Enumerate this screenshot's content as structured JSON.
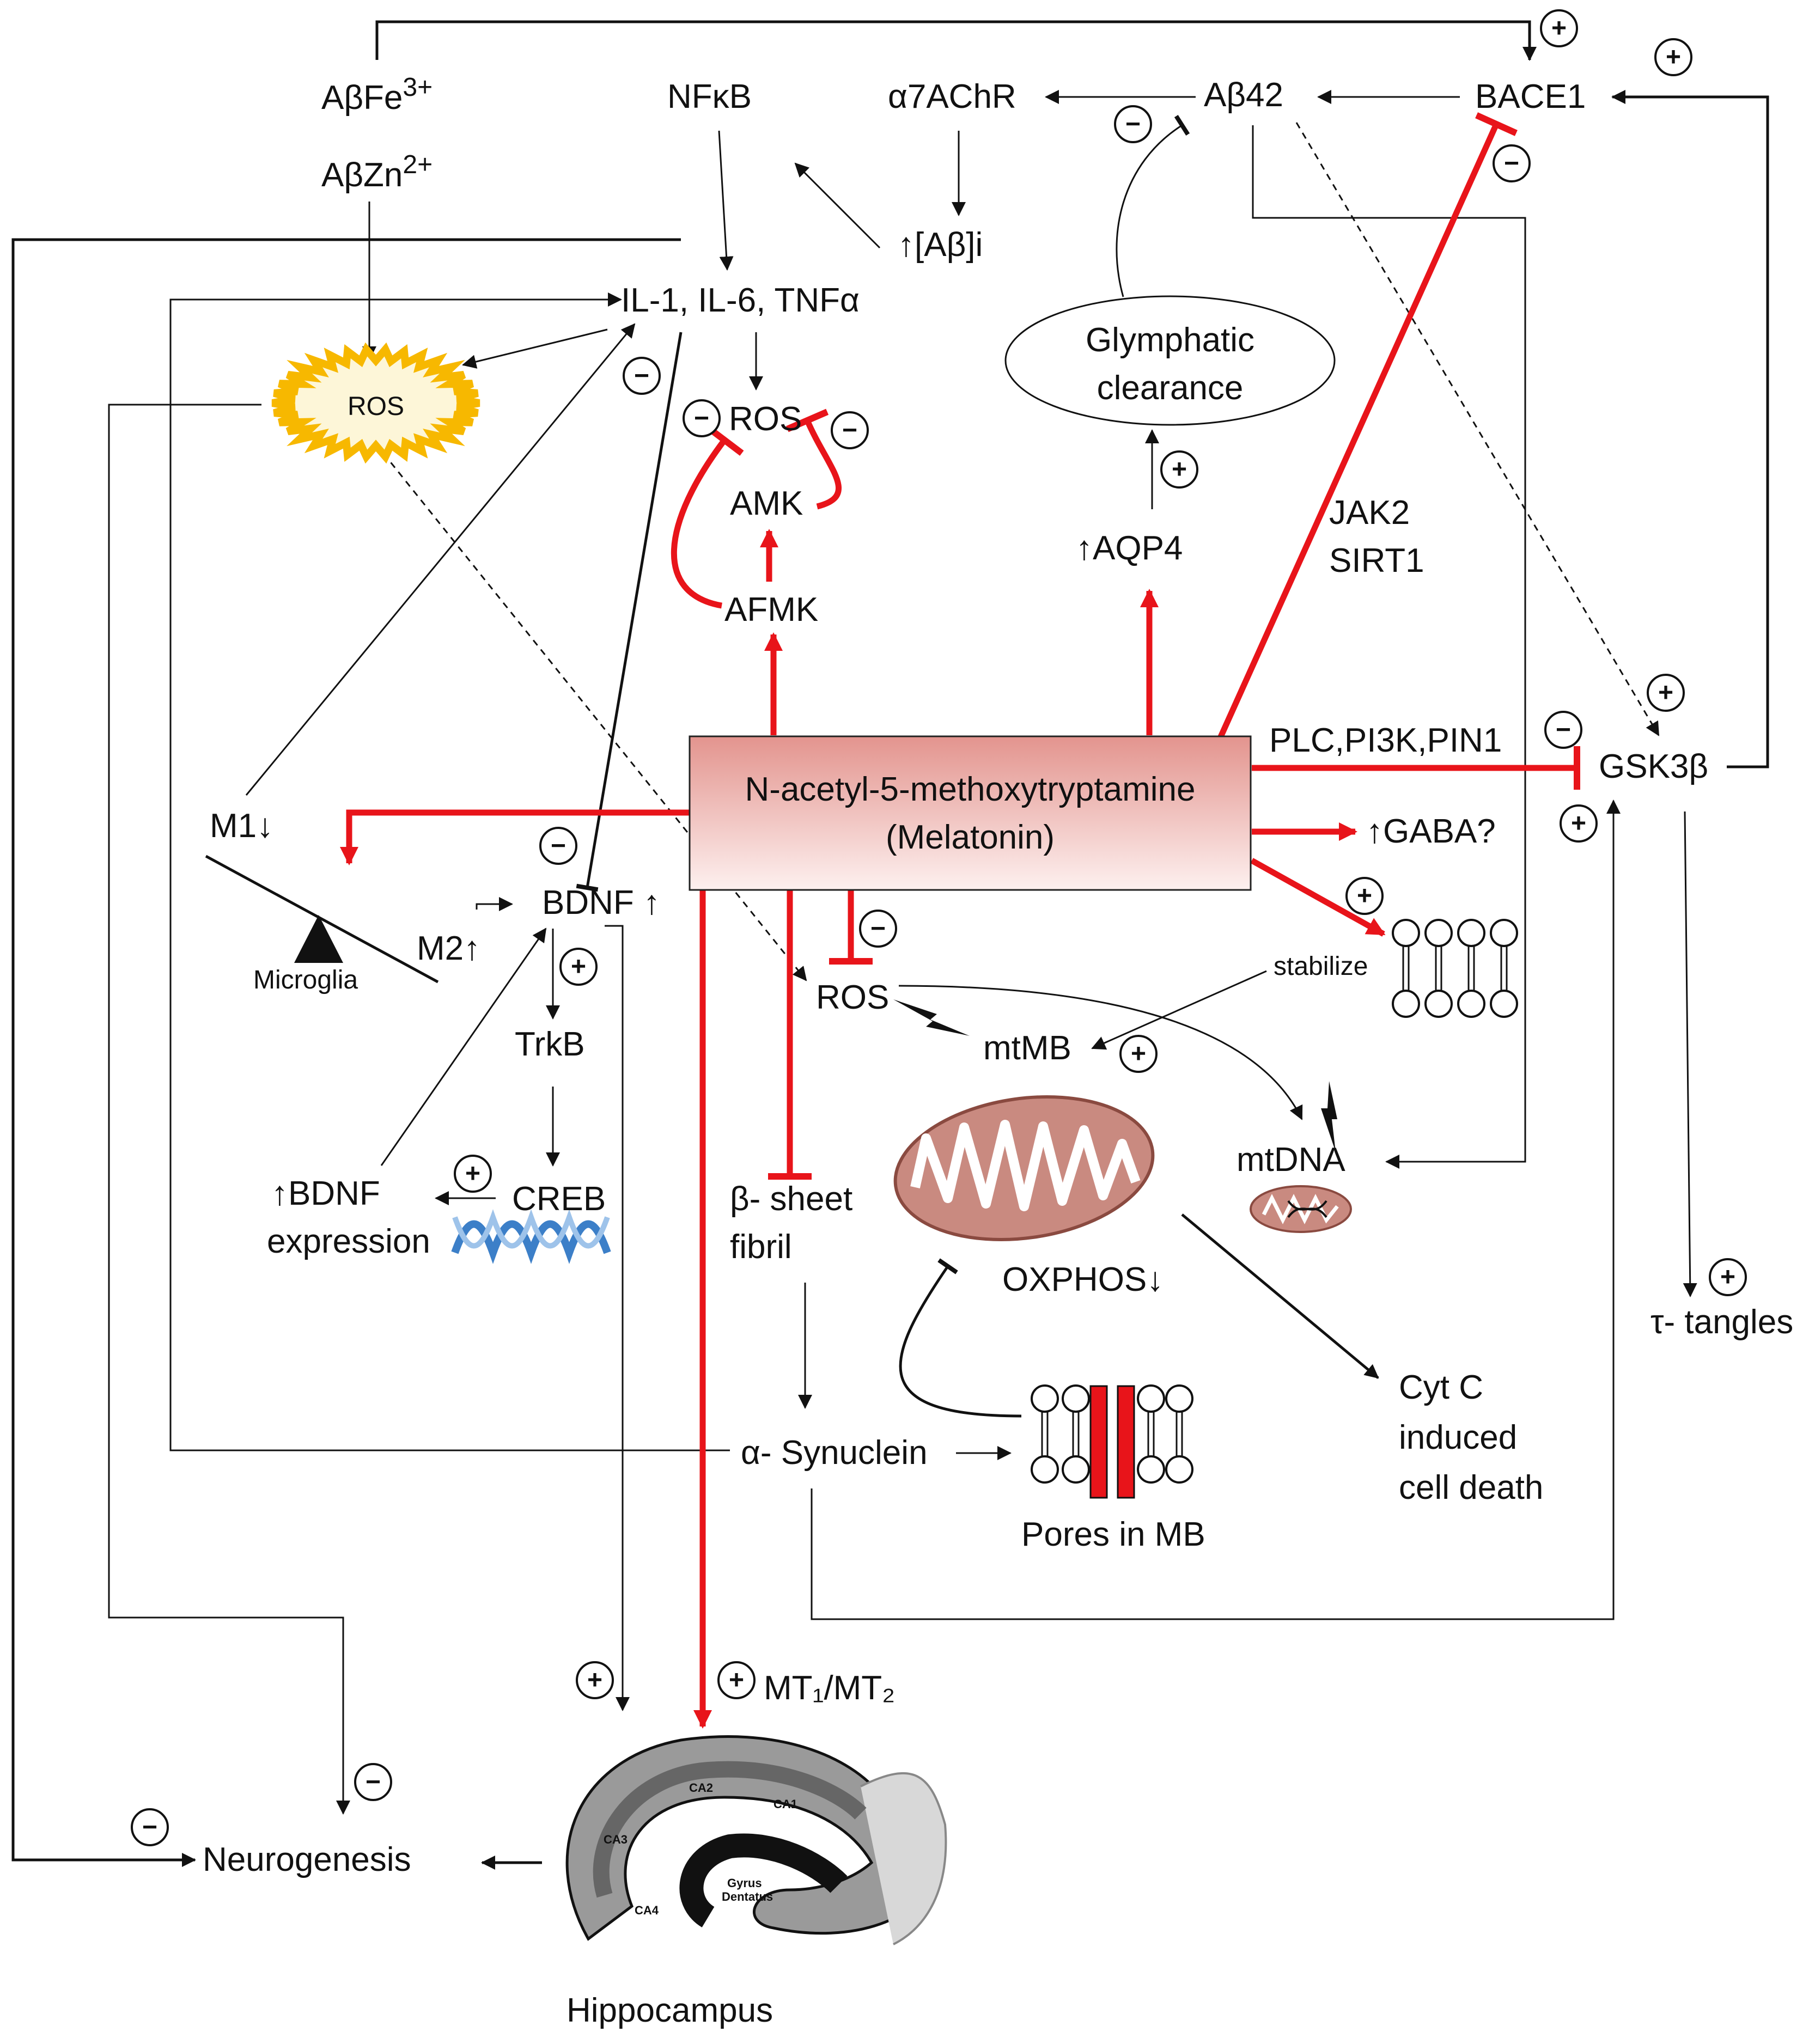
{
  "center_box": {
    "line1": "N-acetyl-5-methoxytryptamine",
    "line2": "(Melatonin)"
  },
  "nodes": {
    "abfe": "AβFe",
    "abfe_sup": "3+",
    "abzn": "AβZn",
    "abzn_sup": "2+",
    "nfkb": "NFκB",
    "a7achr": "α7AChR",
    "ab42": "Aβ42",
    "bace1": "BACE1",
    "abi": "↑[Aβ]i",
    "il": "IL-1, IL-6, TNFα",
    "ros_burst": "ROS",
    "ros_top": "ROS",
    "amk": "AMK",
    "afmk": "AFMK",
    "glymphatic1": "Glymphatic",
    "glymphatic2": "clearance",
    "aqp4": "↑AQP4",
    "jak2": "JAK2",
    "sirt1": "SIRT1",
    "plc": "PLC,PI3K,PIN1",
    "gsk3b": "GSK3β",
    "gaba": "↑GABA?",
    "m1": "M1↓",
    "m2": "M2↑",
    "microglia": "Microglia",
    "bdnf": "BDNF ↑",
    "trkb": "TrkB",
    "creb": "CREB",
    "bdnf_expr1": "↑BDNF",
    "bdnf_expr2": "expression",
    "ros_mid": "ROS",
    "mtmb": "mtMB",
    "stabilize": "stabilize",
    "mtdna": "mtDNA",
    "beta_sheet1": "β- sheet",
    "beta_sheet2": "fibril",
    "oxphos": "OXPHOS↓",
    "synuclein": "α- Synuclein",
    "pores": "Pores in MB",
    "cytc1": "Cyt C",
    "cytc2": "induced",
    "cytc3": "cell death",
    "tau": "τ- tangles",
    "mt": "MT₁/MT₂",
    "neurogenesis": "Neurogenesis",
    "hippocampus": "Hippocampus"
  },
  "hippocampus_regions": [
    "CA2",
    "CA1",
    "CA3",
    "CA4",
    "Gyrus",
    "Dentatus"
  ],
  "signs": {
    "plus": "+",
    "minus": "−"
  },
  "colors": {
    "inhibit_red": "#e8141a",
    "box_top": "#e8a8a4",
    "box_bottom": "#fdf0ef",
    "ros_burst": "#f7b800",
    "mito": "#c98a80",
    "dna": "#3c7fc8"
  }
}
